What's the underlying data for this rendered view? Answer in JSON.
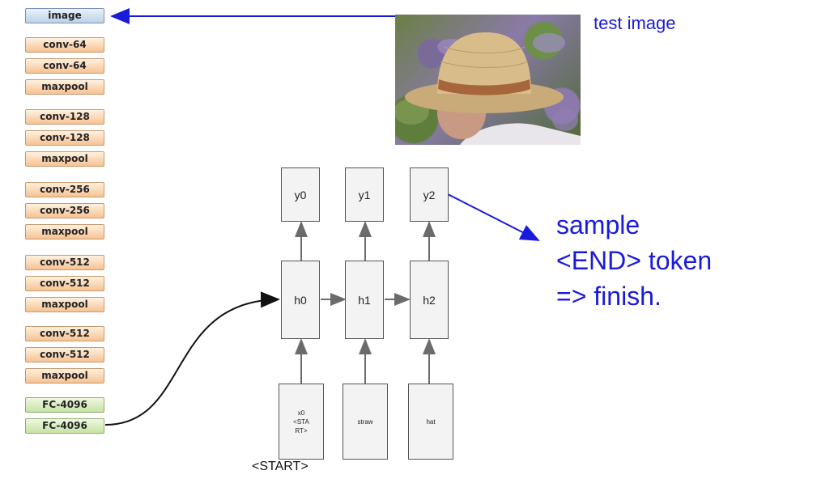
{
  "cnn_layers": [
    {
      "label": "image",
      "kind": "image"
    },
    {
      "label": "conv-64",
      "kind": "conv"
    },
    {
      "label": "conv-64",
      "kind": "conv"
    },
    {
      "label": "maxpool",
      "kind": "pool"
    },
    {
      "label": "conv-128",
      "kind": "conv"
    },
    {
      "label": "conv-128",
      "kind": "conv"
    },
    {
      "label": "maxpool",
      "kind": "pool"
    },
    {
      "label": "conv-256",
      "kind": "conv"
    },
    {
      "label": "conv-256",
      "kind": "conv"
    },
    {
      "label": "maxpool",
      "kind": "pool"
    },
    {
      "label": "conv-512",
      "kind": "conv"
    },
    {
      "label": "conv-512",
      "kind": "conv"
    },
    {
      "label": "maxpool",
      "kind": "pool"
    },
    {
      "label": "conv-512",
      "kind": "conv"
    },
    {
      "label": "conv-512",
      "kind": "conv"
    },
    {
      "label": "maxpool",
      "kind": "pool"
    },
    {
      "label": "FC-4096",
      "kind": "fc"
    },
    {
      "label": "FC-4096",
      "kind": "fc"
    }
  ],
  "rnn": {
    "outputs": [
      "y0",
      "y1",
      "y2"
    ],
    "hidden": [
      "h0",
      "h1",
      "h2"
    ],
    "inputs": [
      "x0\n<STA\nRT>",
      "straw",
      "hat"
    ]
  },
  "labels": {
    "test_image": "test image",
    "note": "sample\n<END> token\n=> finish.",
    "start": "<START>"
  },
  "colors": {
    "annotation": "#1a1adb",
    "arrow": "#6b6b6b"
  }
}
